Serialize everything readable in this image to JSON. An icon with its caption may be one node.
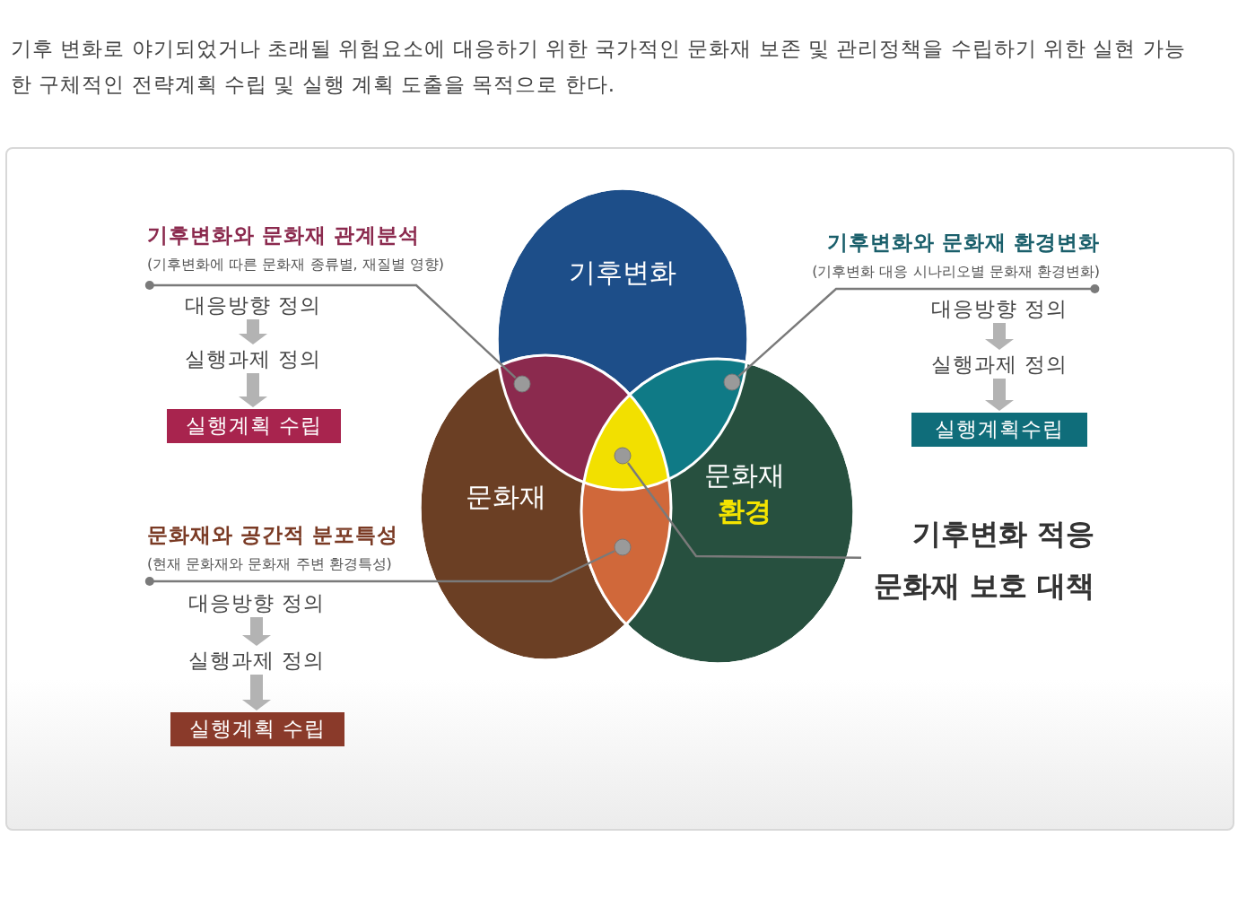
{
  "diagram": {
    "nodes": [
      {
        "text": [
          "기후변화"
        ]
      },
      {
        "text": [
          "문화재"
        ]
      },
      {
        "text": [
          "문화재",
          "환경"
        ]
      },
      {
        "text": [],
        "shape": "circle"
      },
      {
        "text": [],
        "shape": "circle"
      },
      {
        "text": [],
        "shape": "circle"
      },
      {
        "text": [],
        "shape": "circle"
      },
      {
        "text": [
          "기후변화와 문화재 관계분석",
          "(기후변화에 따른 문화재 종류별, 재질별 영향)"
        ]
      },
      {
        "text": [
          "대응방향 정의"
        ]
      },
      {
        "text": [
          "실행과제 정의"
        ]
      },
      {
        "text": [
          "실행계획 수립"
        ]
      },
      {
        "text": [
          "기후변화와 문화재 환경변화",
          "(기후변화 대응 시나리오별 문화재 환경변화)"
        ]
      },
      {
        "text": [
          "대응방향 정의"
        ]
      },
      {
        "text": [
          "실행과제 정의"
        ]
      },
      {
        "text": [
          "실행계획수립"
        ]
      },
      {
        "text": [
          "문화재와 공간적 분포특성",
          "(현재 문화재와 문화재 주변 환경특성)"
        ]
      },
      {
        "text": [
          "대응방향 정의"
        ]
      },
      {
        "text": [
          "실행과제 정의"
        ]
      },
      {
        "text": [
          "실행계획 수립"
        ]
      },
      {
        "text": [
          "기후변화 적응 문화재 보호 대책"
        ]
      }
    ],
    "edges": [
      {
        "from": 7,
        "to": 3,
        "arrow": "other",
        "color": "#7a7a7a"
      },
      {
        "from": 11,
        "to": 4,
        "arrow": "other",
        "color": "#7a7a7a"
      },
      {
        "from": 15,
        "to": 6,
        "arrow": "other",
        "color": "#7a7a7a"
      },
      {
        "from": 5,
        "to": 19,
        "arrow": "none",
        "color": "#7a7a7a"
      },
      {
        "from": 8,
        "to": 9,
        "arrow": "to"
      },
      {
        "from": 9,
        "to": 10,
        "arrow": "to"
      },
      {
        "from": 12,
        "to": 13,
        "arrow": "to"
      },
      {
        "from": 13,
        "to": 14,
        "arrow": "to"
      },
      {
        "from": 16,
        "to": 17,
        "arrow": "to"
      },
      {
        "from": 17,
        "to": 18,
        "arrow": "to"
      }
    ],
    "labels": [
      "기후 변화로 야기되었거나 초래될 위험요소에  대응하기 위한 국가적인 문화재 보존 및 관리정책을 수립하기 위한 실현 가능한 구체적인 전략계획 수립 및 실행 계획 도출을 목적으로 한다."
    ]
  }
}
